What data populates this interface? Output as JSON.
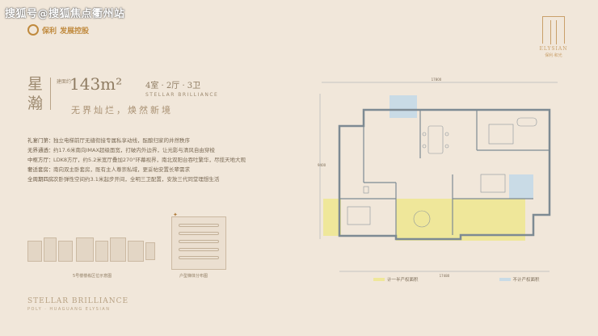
{
  "watermark": "搜狐号@搜狐焦点衢州站",
  "brand": {
    "name": "保利",
    "sub": "发展控股"
  },
  "elysian": {
    "name": "ELYSIAN",
    "cn": "保利·和光"
  },
  "unit": {
    "title_cn": "星瀚",
    "area_label": "建面约",
    "area": "143m²",
    "layout": "4室 · 2厅 · 3卫",
    "name_en": "STELLAR BRILLIANCE",
    "slogan": "无界灿烂，焕然新境"
  },
  "features": [
    {
      "k": "礼宴门第：",
      "v": "独立电梯前厅无缝衔接专属私享动线，酝酿归家的井然秩序"
    },
    {
      "k": "无界通透：",
      "v": "约17.6米南向IMAX超级面宽，打破内外边界，让光影与清风自由穿梭"
    },
    {
      "k": "中枢方厅：",
      "v": "LDK8方厅，约5.2米宽厅叠加270°环幕视界，南北双阳台吞吐繁华，尽揽天地大观"
    },
    {
      "k": "奢适套房：",
      "v": "南向双主卧套房，既有主人尊崇私域，更妥帖安置长辈需求"
    },
    {
      "k": "全周期四房：",
      "v": "次卧弹性空间约3.1米起步开间，全明三卫配置，安放三代同堂理想生活"
    }
  ],
  "site_caption": "5号楼楼栋区位示意图",
  "ladder_caption": "户型梯体分布图",
  "footer": {
    "en": "STELLAR BRILLIANCE",
    "en2": "POLY ·  HUAGUANG  ELYSIAN"
  },
  "plan_dims": {
    "top": "17800",
    "bottom": "17480",
    "left": "9400"
  },
  "legend": [
    {
      "label": "计一半产权面积",
      "color": "#efe79a"
    },
    {
      "label": "不计产权面积",
      "color": "#c9dbe6"
    }
  ],
  "colors": {
    "yellow": "#efe79a",
    "blue": "#c9dbe6",
    "wall": "#7d8a93",
    "accent": "#c08a3e"
  }
}
